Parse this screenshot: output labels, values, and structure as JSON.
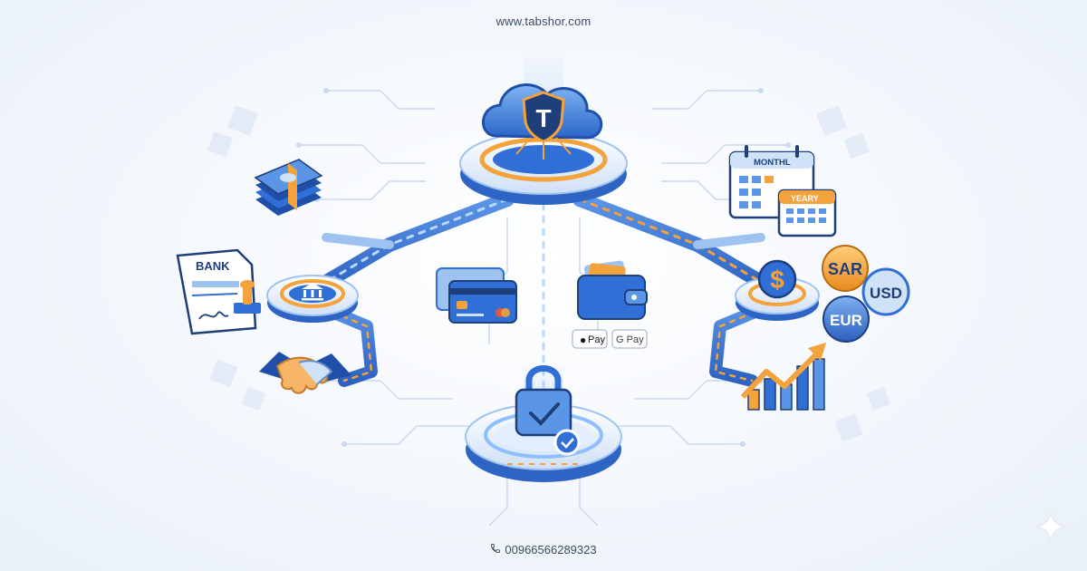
{
  "header": {
    "website": "www.tabshor.com"
  },
  "footer": {
    "phone": "00966566289323",
    "phone_icon": "phone-icon"
  },
  "labels": {
    "bank": "BANK",
    "monthly": "MONTHL",
    "yearly": "YEARY",
    "currency_sar": "SAR",
    "currency_usd": "USD",
    "currency_eur": "EUR",
    "apple_pay": "Pay",
    "google_pay": "G Pay"
  },
  "colors": {
    "primary_blue": "#2f6fd6",
    "light_blue": "#cfe2f8",
    "accent_orange": "#f4a23c",
    "dark_navy": "#1f3f7a"
  },
  "icons": [
    "cloud-shield-icon",
    "cash-stack-icon",
    "bank-document-icon",
    "bank-building-icon",
    "handshake-icon",
    "credit-card-icon",
    "wallet-icon",
    "lock-check-icon",
    "calendar-icon",
    "dollar-coin-icon",
    "growth-chart-icon",
    "sparkle-icon"
  ]
}
